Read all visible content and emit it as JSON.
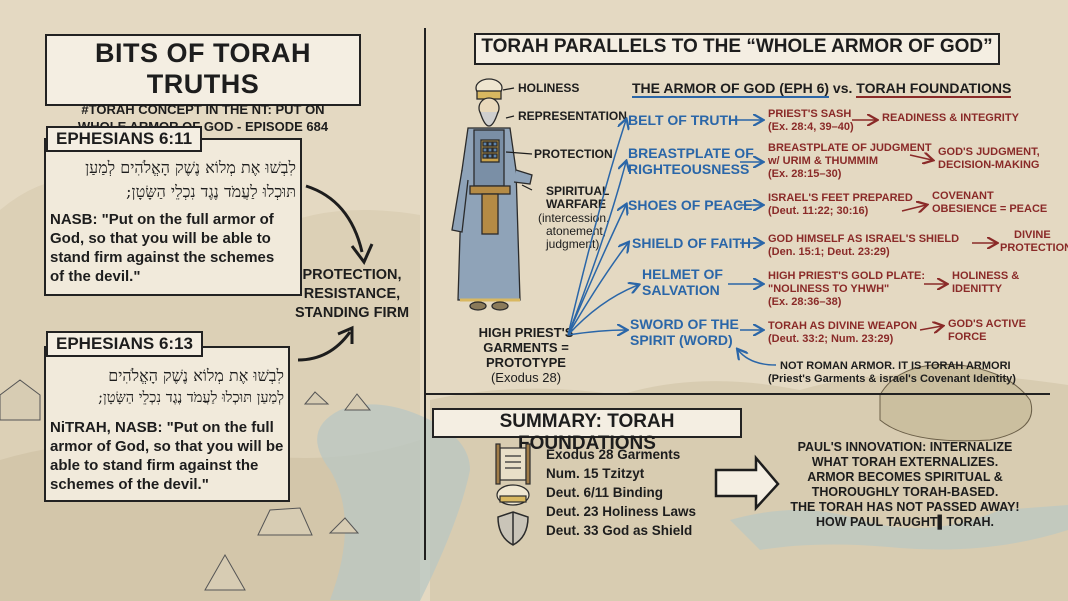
{
  "title": {
    "main": "BITS OF TORAH TRUTHS",
    "line2": "#TORAH CONCEPT IN THE NT: PUT ON",
    "line3": "WHOLE ARMOR OF GOD - EPISODE 684"
  },
  "eph611": {
    "tag": "EPHESIANS 6:11",
    "heb1": "לִבְשׁוּ אֶת מְלוֹא נֶשֶׁק הָאֱלֹהִים לְמַעַן",
    "heb2": "תּוּכְלוּ לַעֲמֹד נֶגֶד נִכְלֵי הַשָּׂטָן;",
    "nasb1": "NASB: \"Put on the full armor of",
    "nasb2": "God, so that you will be able to",
    "nasb3": "stand firm against the schemes",
    "nasb4": "of the devil.\""
  },
  "eph613": {
    "tag": "EPHESIANS 6:13",
    "heb1": "לִבְשׁוּ אֶת מְלוֹא נֶשֶׁק הָאֱלֹהִים",
    "heb2": "לְמַעַן תּוּכְלוּ לַעֲמֹד נֶגֶד נִכְלֵי הַשָּׂטָן;",
    "nasb1": "NiTRAH, NASB: \"Put on the full",
    "nasb2": "armor of God, so that you will be",
    "nasb3": "able to stand firm against the",
    "nasb4": "schemes of the devil.\""
  },
  "protection": {
    "l1": "PROTECTION,",
    "l2": "RESISTANCE,",
    "l3": "STANDING FIRM"
  },
  "right_title": "TORAH PARALLELS TO THE “WHOLE ARMOR OF GOD”",
  "priest": {
    "holiness": "HOLINESS",
    "representation": "REPRESENTATION",
    "protection": "PROTECTION",
    "spiritual": "SPIRITUAL",
    "warfare": "WARFARE",
    "w1": "(intercession,",
    "w2": "atonement,",
    "w3": "judgment)",
    "cap1": "HIGH PRIEST'S",
    "cap2": "GARMENTS = PROTOTYPE",
    "cap3": "(Exodus 28)"
  },
  "compare_heading": {
    "left": "THE ARMOR OF GOD (EPH 6)",
    "vs": " vs. ",
    "right": "TORAH FOUNDATIONS"
  },
  "rows": [
    {
      "armor1": "BELT OF TRUTH",
      "armor2": "",
      "f1": "PRIEST'S SASH",
      "f2": "(Ex. 28:4, 39–40)",
      "f3": "",
      "r1": "READINESS & INTEGRITY",
      "r2": ""
    },
    {
      "armor1": "BREASTPLATE OF",
      "armor2": "RIGHTEOUSNESS",
      "f1": "BREASTPLATE OF JUDGMENT",
      "f2": "w/ URIM & THUMMIM",
      "f3": "(Ex. 28:15–30)",
      "r1": "GOD'S JUDGMENT,",
      "r2": "DECISION-MAKING"
    },
    {
      "armor1": "SHOES OF PEACE",
      "armor2": "",
      "f1": "ISRAEL'S FEET PREPARED",
      "f2": "(Deut. 11:22; 30:16)",
      "f3": "",
      "r1": "COVENANT",
      "r2": "OBESIENCE = PEACE"
    },
    {
      "armor1": "SHIELD OF FAITH",
      "armor2": "",
      "f1": "GOD HIMSELF AS ISRAEL'S SHIELD",
      "f2": "(Den. 15:1; Deut. 23:29)",
      "f3": "",
      "r1": "DIVINE",
      "r2": "PROTECTION"
    },
    {
      "armor1": "HELMET OF",
      "armor2": "SALVATION",
      "f1": "HIGH PRIEST'S GOLD PLATE:",
      "f2": "\"NOLINESS TO YHWH\"",
      "f3": "(Ex. 28:36–38)",
      "r1": "HOLINESS &",
      "r2": "IDENITTY"
    },
    {
      "armor1": "SWORD OF THE",
      "armor2": "SPIRIT (WORD)",
      "f1": "TORAH AS DIVINE WEAPON",
      "f2": "(Deut. 33:2; Num. 23:29)",
      "f3": "",
      "r1": "GOD'S ACTIVE",
      "r2": "FORCE"
    }
  ],
  "note": {
    "l1": "NOT ROMAN ARMOR. IT IS TORAH ARMORI",
    "l2": "(Priest's Garments & israel's Covenant Identity)"
  },
  "summary": {
    "title": "SUMMARY: TORAH FOUNDATIONS",
    "items": [
      "Exodus 28 Garments",
      "Num. 15 Tzitzyt",
      "Deut. 6/11 Binding",
      "Deut. 23 Holiness Laws",
      "Deut. 33 God as Shield"
    ]
  },
  "paul": {
    "l1": "PAUL'S INNOVATION: INTERNALIZE",
    "l2": "WHAT TORAH EXTERNALIZES.",
    "l3": "ARMOR BECOMES SPIRITUAL &",
    "l4": "THOROUGHLY TORAH-BASED.",
    "l5": "THE TORAH HAS NOT PASSED AWAY!",
    "l6": "HOW PAUL TAUGHT▌TORAH."
  },
  "colors": {
    "blue": "#2a66a8",
    "red": "#8a2a28",
    "parchment": "#e6dcc6"
  }
}
